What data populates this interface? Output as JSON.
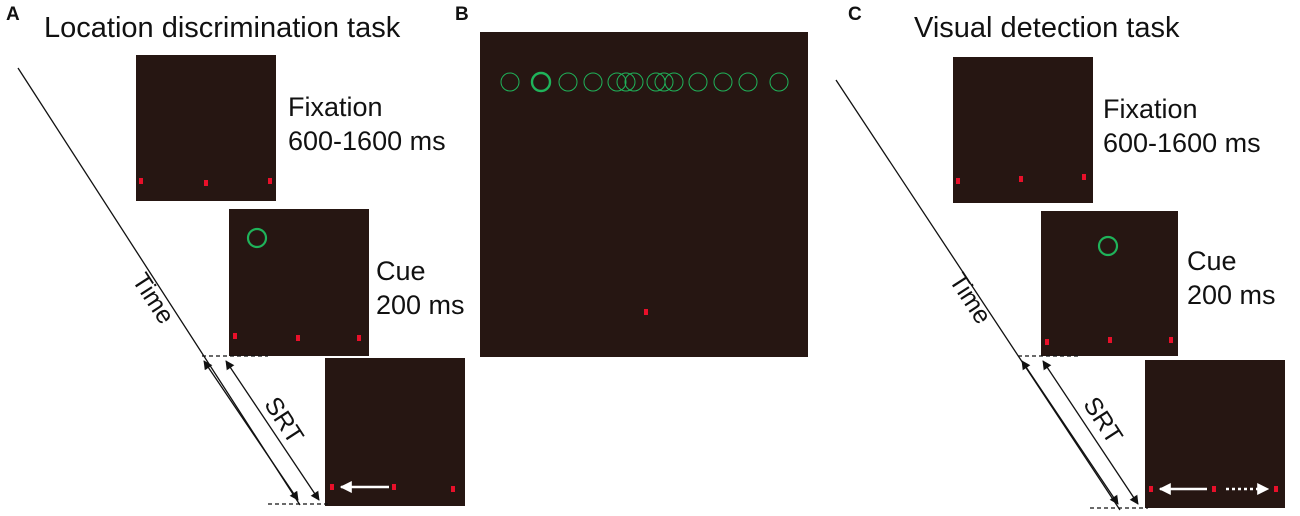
{
  "panels": {
    "a": {
      "letter": "A",
      "title": "Location discrimination task",
      "fixation_label": "Fixation",
      "fixation_duration": "600-1600 ms",
      "cue_label": "Cue",
      "cue_duration": "200 ms",
      "time_label": "Time",
      "srt_label": "SRT"
    },
    "b": {
      "letter": "B"
    },
    "c": {
      "letter": "C",
      "title": "Visual detection task",
      "fixation_label": "Fixation",
      "fixation_duration": "600-1600 ms",
      "cue_label": "Cue",
      "cue_duration": "200 ms",
      "time_label": "Time",
      "srt_label": "SRT"
    }
  },
  "colors": {
    "screen_background": "#261612",
    "fixation_dot": "#e8102a",
    "cue_ring": "#1fb35a",
    "arrow": "#ffffff",
    "axis_line": "#111111"
  }
}
